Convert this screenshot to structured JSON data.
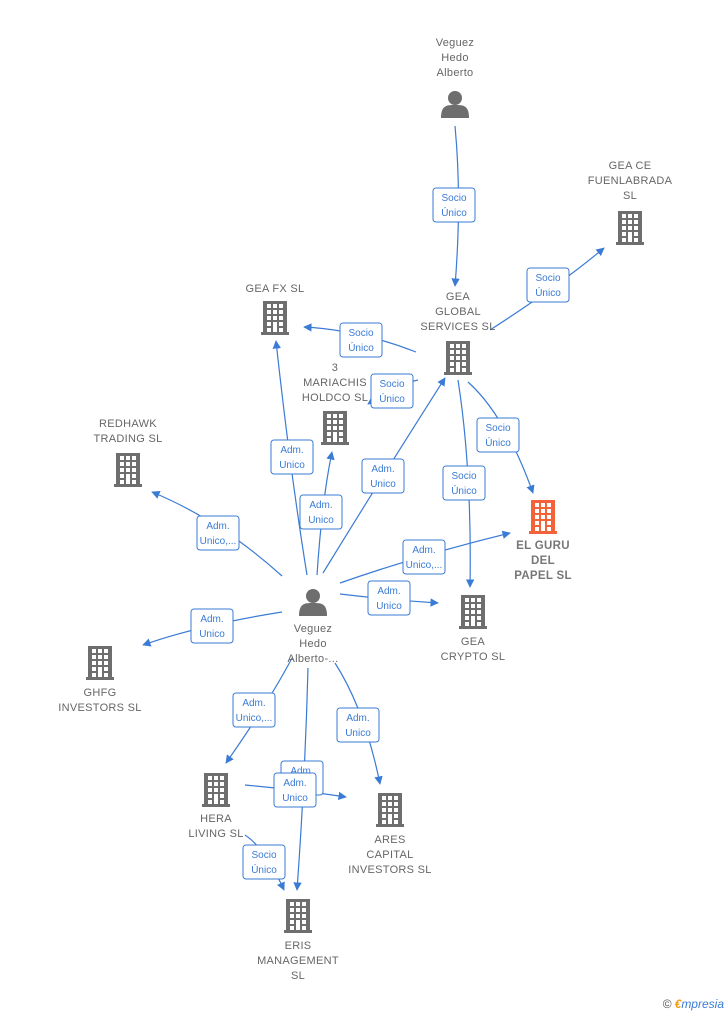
{
  "colors": {
    "edge": "#3a7bd5",
    "building": "#6e6e6e",
    "highlight": "#f4623a",
    "person": "#6e6e6e"
  },
  "nodes": [
    {
      "id": "veguez_alberto",
      "type": "person",
      "label": [
        "Veguez",
        "Hedo",
        "Alberto"
      ]
    },
    {
      "id": "gea_ce",
      "type": "company",
      "label": [
        "GEA CE",
        "FUENLABRADA",
        "SL"
      ]
    },
    {
      "id": "gea_fx",
      "type": "company",
      "label": [
        "GEA FX  SL"
      ]
    },
    {
      "id": "gea_global",
      "type": "company",
      "label": [
        "GEA",
        "GLOBAL",
        "SERVICES  SL"
      ]
    },
    {
      "id": "mariachis",
      "type": "company",
      "label": [
        "3",
        "MARIACHIS",
        "HOLDCO  SL"
      ]
    },
    {
      "id": "redhawk",
      "type": "company",
      "label": [
        "REDHAWK",
        "TRADING  SL"
      ]
    },
    {
      "id": "el_guru",
      "type": "company",
      "highlight": true,
      "label": [
        "EL GURU",
        "DEL",
        "PAPEL  SL"
      ]
    },
    {
      "id": "veguez_dots",
      "type": "person",
      "label": [
        "Veguez",
        "Hedo",
        "Alberto-..."
      ]
    },
    {
      "id": "gea_crypto",
      "type": "company",
      "label": [
        "GEA",
        "CRYPTO  SL"
      ]
    },
    {
      "id": "ghfg",
      "type": "company",
      "label": [
        "GHFG",
        "INVESTORS  SL"
      ]
    },
    {
      "id": "hera",
      "type": "company",
      "label": [
        "HERA",
        "LIVING  SL"
      ]
    },
    {
      "id": "ares",
      "type": "company",
      "label": [
        "ARES",
        "CAPITAL",
        "INVESTORS  SL"
      ]
    },
    {
      "id": "eris",
      "type": "company",
      "label": [
        "ERIS",
        "MANAGEMENT",
        "SL"
      ]
    }
  ],
  "edges": [
    {
      "from": "veguez_alberto",
      "to": "gea_global",
      "label": [
        "Socio",
        "Único"
      ]
    },
    {
      "from": "gea_global",
      "to": "gea_ce",
      "label": [
        "Socio",
        "Único"
      ]
    },
    {
      "from": "gea_global",
      "to": "gea_fx",
      "label": [
        "Socio",
        "Único"
      ]
    },
    {
      "from": "gea_global",
      "to": "mariachis",
      "label": [
        "Socio",
        "Único"
      ]
    },
    {
      "from": "gea_global",
      "to": "el_guru",
      "label": [
        "Socio",
        "Único"
      ]
    },
    {
      "from": "gea_global",
      "to": "gea_crypto",
      "label": [
        "Socio",
        "Único"
      ]
    },
    {
      "from": "veguez_dots",
      "to": "gea_fx",
      "label": [
        "Adm.",
        "Unico"
      ]
    },
    {
      "from": "veguez_dots",
      "to": "mariachis",
      "label": [
        "Adm.",
        "Unico"
      ]
    },
    {
      "from": "veguez_dots",
      "to": "gea_global",
      "label": [
        "Adm.",
        "Unico"
      ]
    },
    {
      "from": "veguez_dots",
      "to": "redhawk",
      "label": [
        "Adm.",
        "Unico,..."
      ]
    },
    {
      "from": "veguez_dots",
      "to": "el_guru",
      "label": [
        "Adm.",
        "Unico,..."
      ]
    },
    {
      "from": "veguez_dots",
      "to": "gea_crypto",
      "label": [
        "Adm.",
        "Unico"
      ]
    },
    {
      "from": "veguez_dots",
      "to": "ghfg",
      "label": [
        "Adm.",
        "Unico"
      ]
    },
    {
      "from": "veguez_dots",
      "to": "hera",
      "label": [
        "Adm.",
        "Unico,..."
      ]
    },
    {
      "from": "veguez_dots",
      "to": "ares",
      "label": [
        "Adm.",
        "Unico"
      ]
    },
    {
      "from": "veguez_dots",
      "to": "eris",
      "label": [
        "Adm.",
        "Unico"
      ]
    },
    {
      "from": "hera",
      "to": "ares",
      "label": [
        "Adm.",
        "Unico"
      ]
    },
    {
      "from": "hera",
      "to": "eris",
      "label": [
        "Socio",
        "Único"
      ]
    }
  ],
  "footer": {
    "copyright": "©",
    "brand_first": "€",
    "brand_rest": "mpresia"
  }
}
